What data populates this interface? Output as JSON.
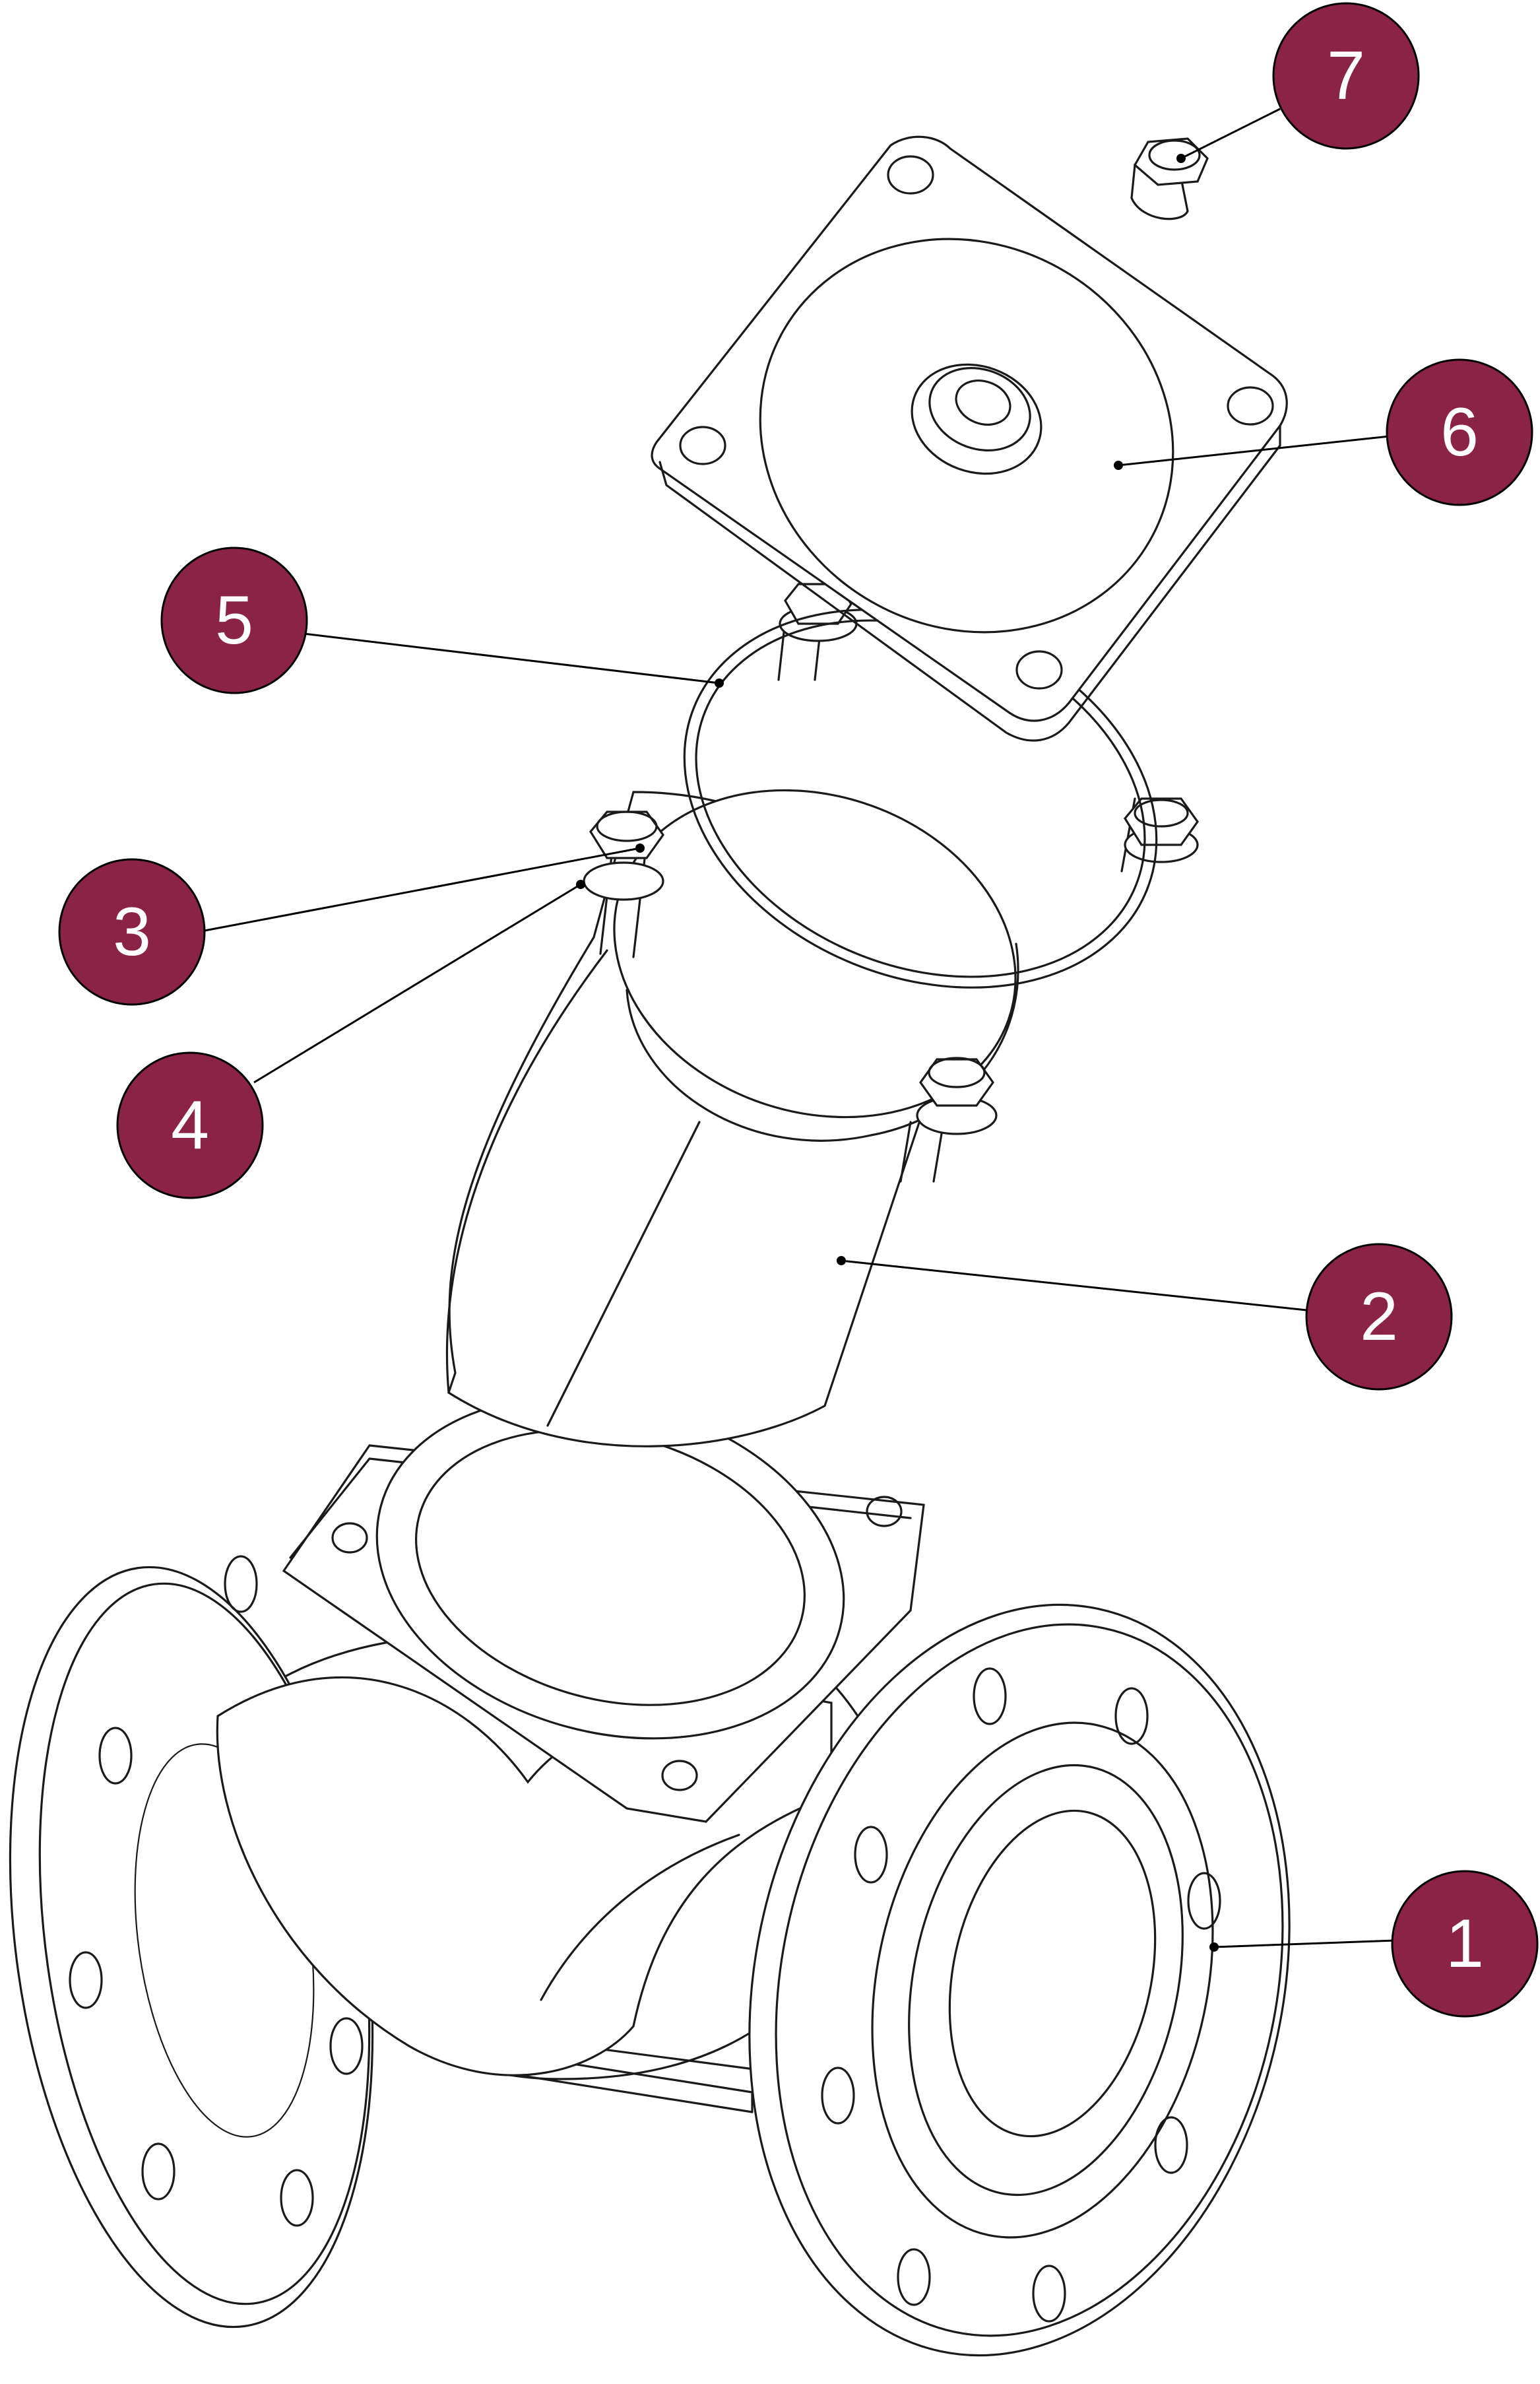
{
  "colors": {
    "badge": "#8b2346",
    "line": "#1a1a1a",
    "background": "#ffffff"
  },
  "callouts": [
    {
      "id": "1",
      "label": "1",
      "part": "valve-body"
    },
    {
      "id": "2",
      "label": "2",
      "part": "bonnet-housing"
    },
    {
      "id": "3",
      "label": "3",
      "part": "hex-bolt"
    },
    {
      "id": "4",
      "label": "4",
      "part": "washer"
    },
    {
      "id": "5",
      "label": "5",
      "part": "o-ring"
    },
    {
      "id": "6",
      "label": "6",
      "part": "cover-plate"
    },
    {
      "id": "7",
      "label": "7",
      "part": "plug-screw"
    }
  ]
}
